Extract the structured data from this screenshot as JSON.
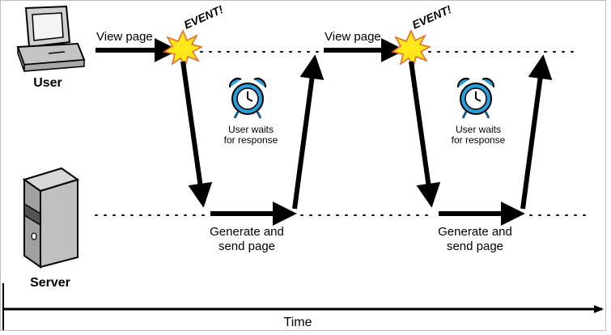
{
  "actors": {
    "user_label": "User",
    "server_label": "Server"
  },
  "timeline": {
    "time_label": "Time"
  },
  "cycles": [
    {
      "view_page_label": "View page",
      "event_label": "EVENT!",
      "wait_line1": "User waits",
      "wait_line2": "for response",
      "generate_line1": "Generate and",
      "generate_line2": "send page"
    },
    {
      "view_page_label": "View page",
      "event_label": "EVENT!",
      "wait_line1": "User waits",
      "wait_line2": "for response",
      "generate_line1": "Generate and",
      "generate_line2": "send page"
    }
  ],
  "colors": {
    "burst_fill": "#ffe81a",
    "burst_stroke": "#e8662a",
    "clock_blue": "#2a9ddb",
    "clock_dark": "#1a5a8a",
    "arrow": "#000000",
    "computer_gray": "#c8c8c8",
    "server_gray": "#b4b4b4"
  }
}
